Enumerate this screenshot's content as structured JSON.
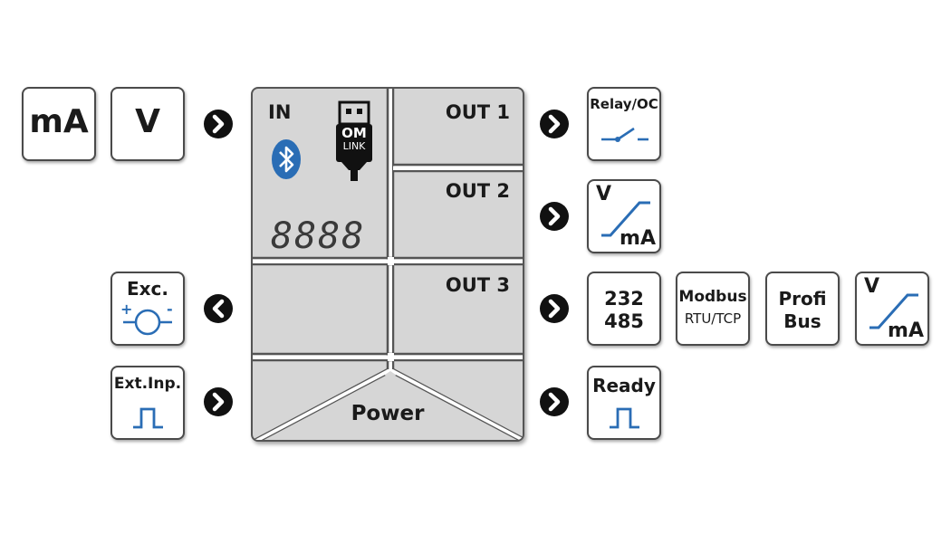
{
  "inputs": {
    "ma_label": "mA",
    "v_label": "V"
  },
  "device": {
    "in_label": "IN",
    "out1_label": "OUT 1",
    "out2_label": "OUT 2",
    "out3_label": "OUT 3",
    "power_label": "Power",
    "display_text": "8888",
    "omlink_top": "OM",
    "omlink_bottom": "LINK"
  },
  "left_side": {
    "exc_label": "Exc.",
    "extinp_label": "Ext.Inp."
  },
  "outputs": {
    "relay_label": "Relay/OC",
    "out2_v": "V",
    "out2_ma": "mA",
    "serial_top": "232",
    "serial_bottom": "485",
    "modbus_top": "Modbus",
    "modbus_bottom": "RTU/TCP",
    "profi_top": "Profi",
    "profi_bottom": "Bus",
    "out3_v": "V",
    "out3_ma": "mA",
    "ready_label": "Ready"
  },
  "colors": {
    "accent_blue": "#2a6db5",
    "device_gray": "#d6d6d6",
    "border": "#4a4a4a"
  }
}
